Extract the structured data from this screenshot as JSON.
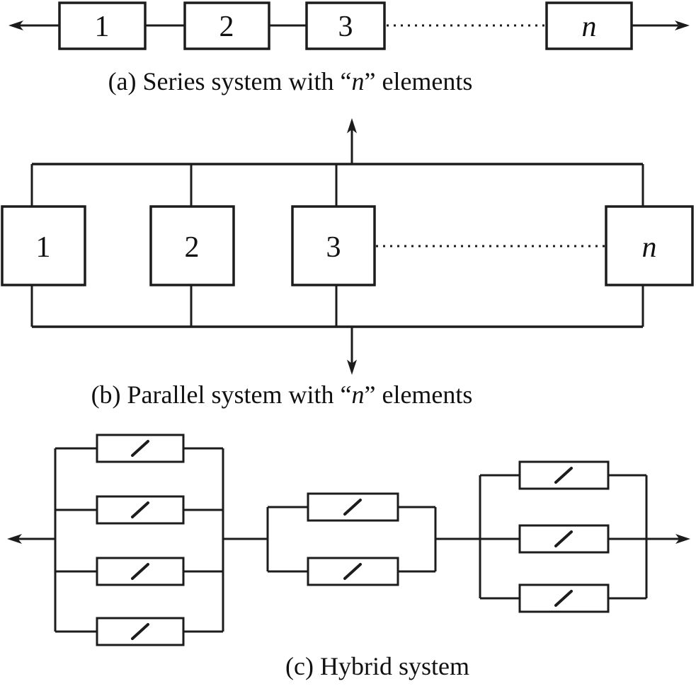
{
  "colors": {
    "background": "#ffffff",
    "line": "#1c1c1c",
    "text": "#111111"
  },
  "series": {
    "boxes": [
      {
        "label": "1"
      },
      {
        "label": "2"
      },
      {
        "label": "3"
      },
      {
        "label": "n"
      }
    ],
    "caption": {
      "pre": "(a) Series system with “",
      "var": "n",
      "post": "” elements"
    }
  },
  "parallel": {
    "boxes": [
      {
        "label": "1"
      },
      {
        "label": "2"
      },
      {
        "label": "3"
      },
      {
        "label": "n"
      }
    ],
    "caption": {
      "pre": "(b) Parallel system with “",
      "var": "n",
      "post": "” elements"
    }
  },
  "hybrid": {
    "caption": "(c) Hybrid system",
    "groups": [
      {
        "branches": 4
      },
      {
        "branches": 2
      },
      {
        "branches": 3
      }
    ],
    "box_symbol": "diagonal-slash-icon"
  }
}
